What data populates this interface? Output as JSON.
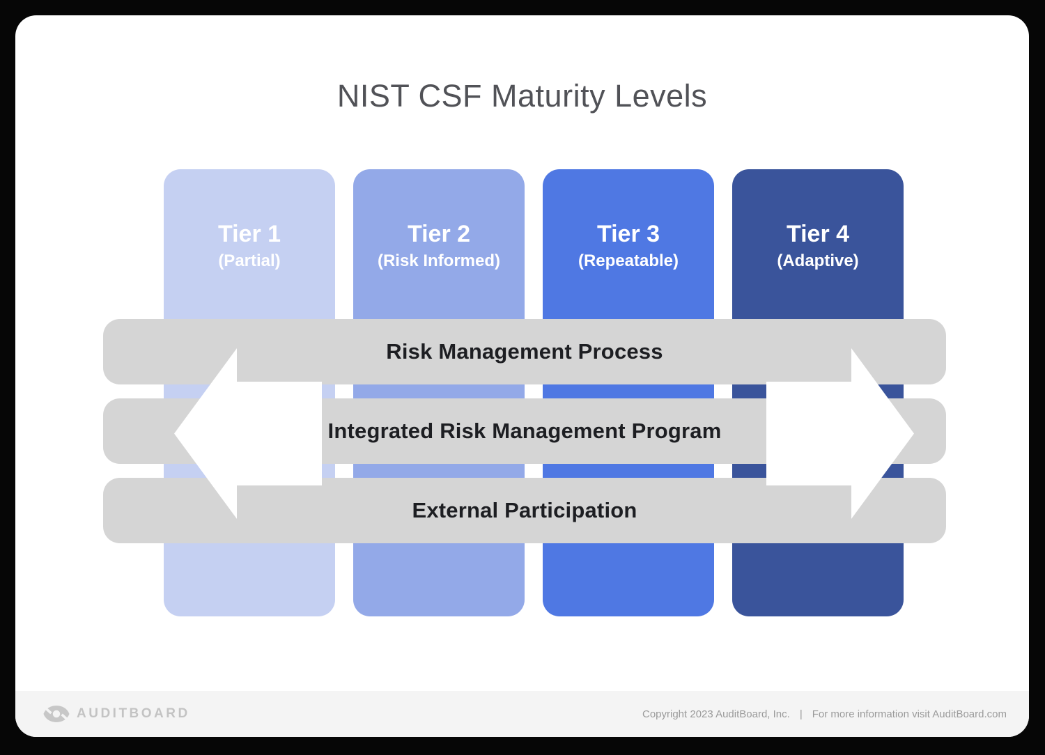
{
  "title": "NIST CSF Maturity Levels",
  "tiers": [
    {
      "name": "Tier 1",
      "sublabel": "(Partial)",
      "color": "#c5d0f2"
    },
    {
      "name": "Tier 2",
      "sublabel": "(Risk Informed)",
      "color": "#93a9e8"
    },
    {
      "name": "Tier 3",
      "sublabel": "(Repeatable)",
      "color": "#4f78e3"
    },
    {
      "name": "Tier 4",
      "sublabel": "(Adaptive)",
      "color": "#3a549b"
    }
  ],
  "bands": [
    {
      "label": "Risk Management Process"
    },
    {
      "label": "Integrated Risk Management Program"
    },
    {
      "label": "External Participation"
    }
  ],
  "footer": {
    "brand": "AUDITBOARD",
    "copyright": "Copyright 2023 AuditBoard, Inc.",
    "separator": "|",
    "info": "For more information visit AuditBoard.com"
  },
  "colors": {
    "page_background": "#060606",
    "card_background": "#ffffff",
    "band_gray": "#d5d5d5",
    "footer_gray": "#f4f4f4",
    "arrow_white": "#ffffff",
    "title_text": "#515257",
    "band_text": "#1d1e22",
    "tier_text": "#ffffff",
    "footer_text": "#9a9a9a",
    "brand_gray": "#c3c3c3"
  }
}
